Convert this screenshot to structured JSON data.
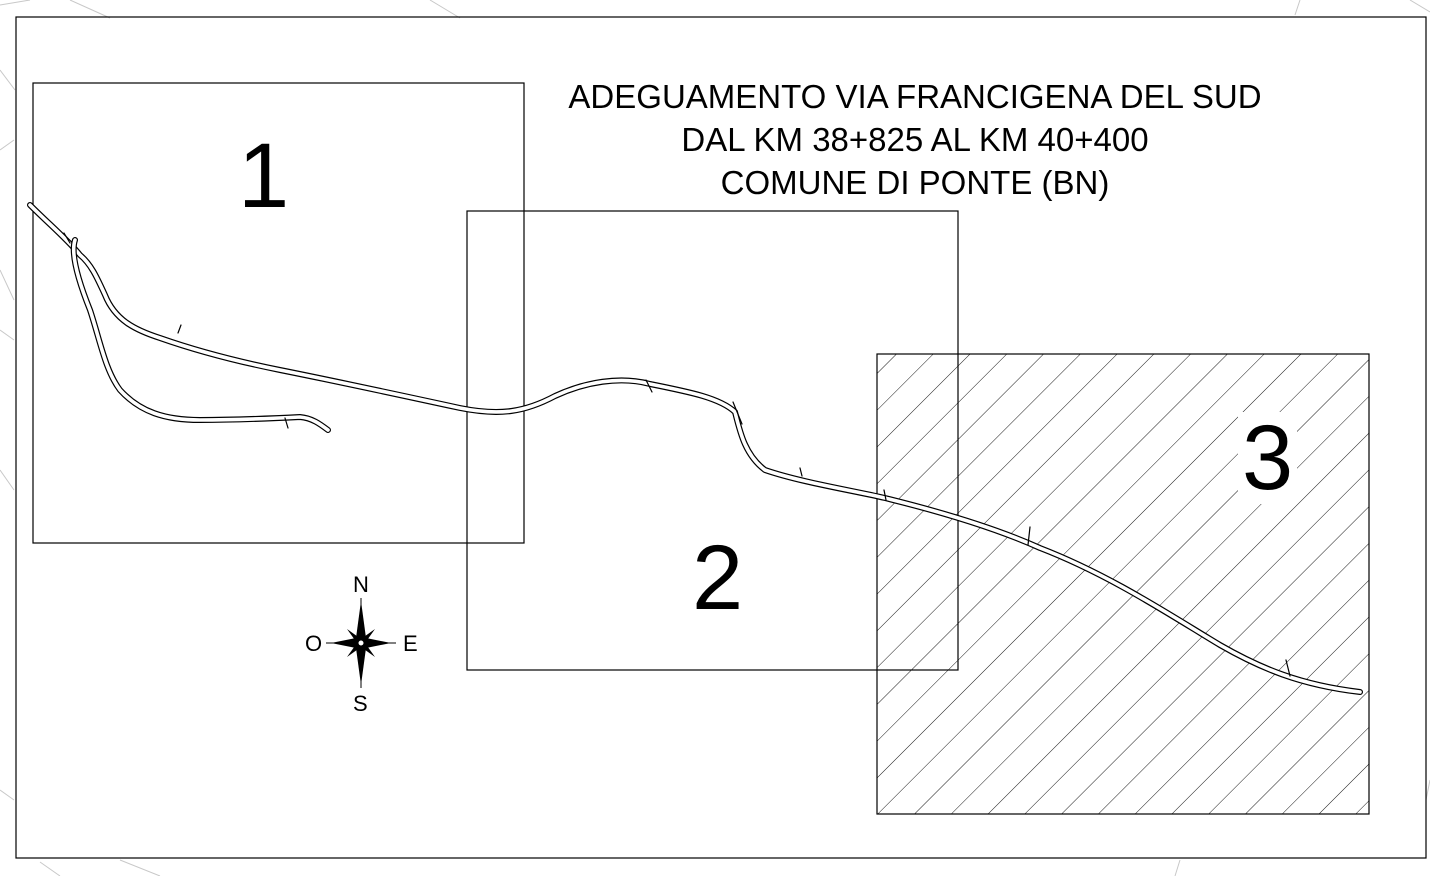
{
  "title": {
    "line1": "ADEGUAMENTO VIA FRANCIGENA DEL SUD",
    "line2": "DAL KM 38+825 AL KM 40+400",
    "line3": "COMUNE DI PONTE (BN)"
  },
  "sheets": [
    {
      "number": "1",
      "highlighted": false
    },
    {
      "number": "2",
      "highlighted": false
    },
    {
      "number": "3",
      "highlighted": true
    }
  ],
  "compass": {
    "north": "N",
    "south": "S",
    "east": "E",
    "west": "O"
  },
  "colors": {
    "ink": "#000000",
    "background": "#ffffff",
    "faint_lines": "#c8c8c8"
  }
}
